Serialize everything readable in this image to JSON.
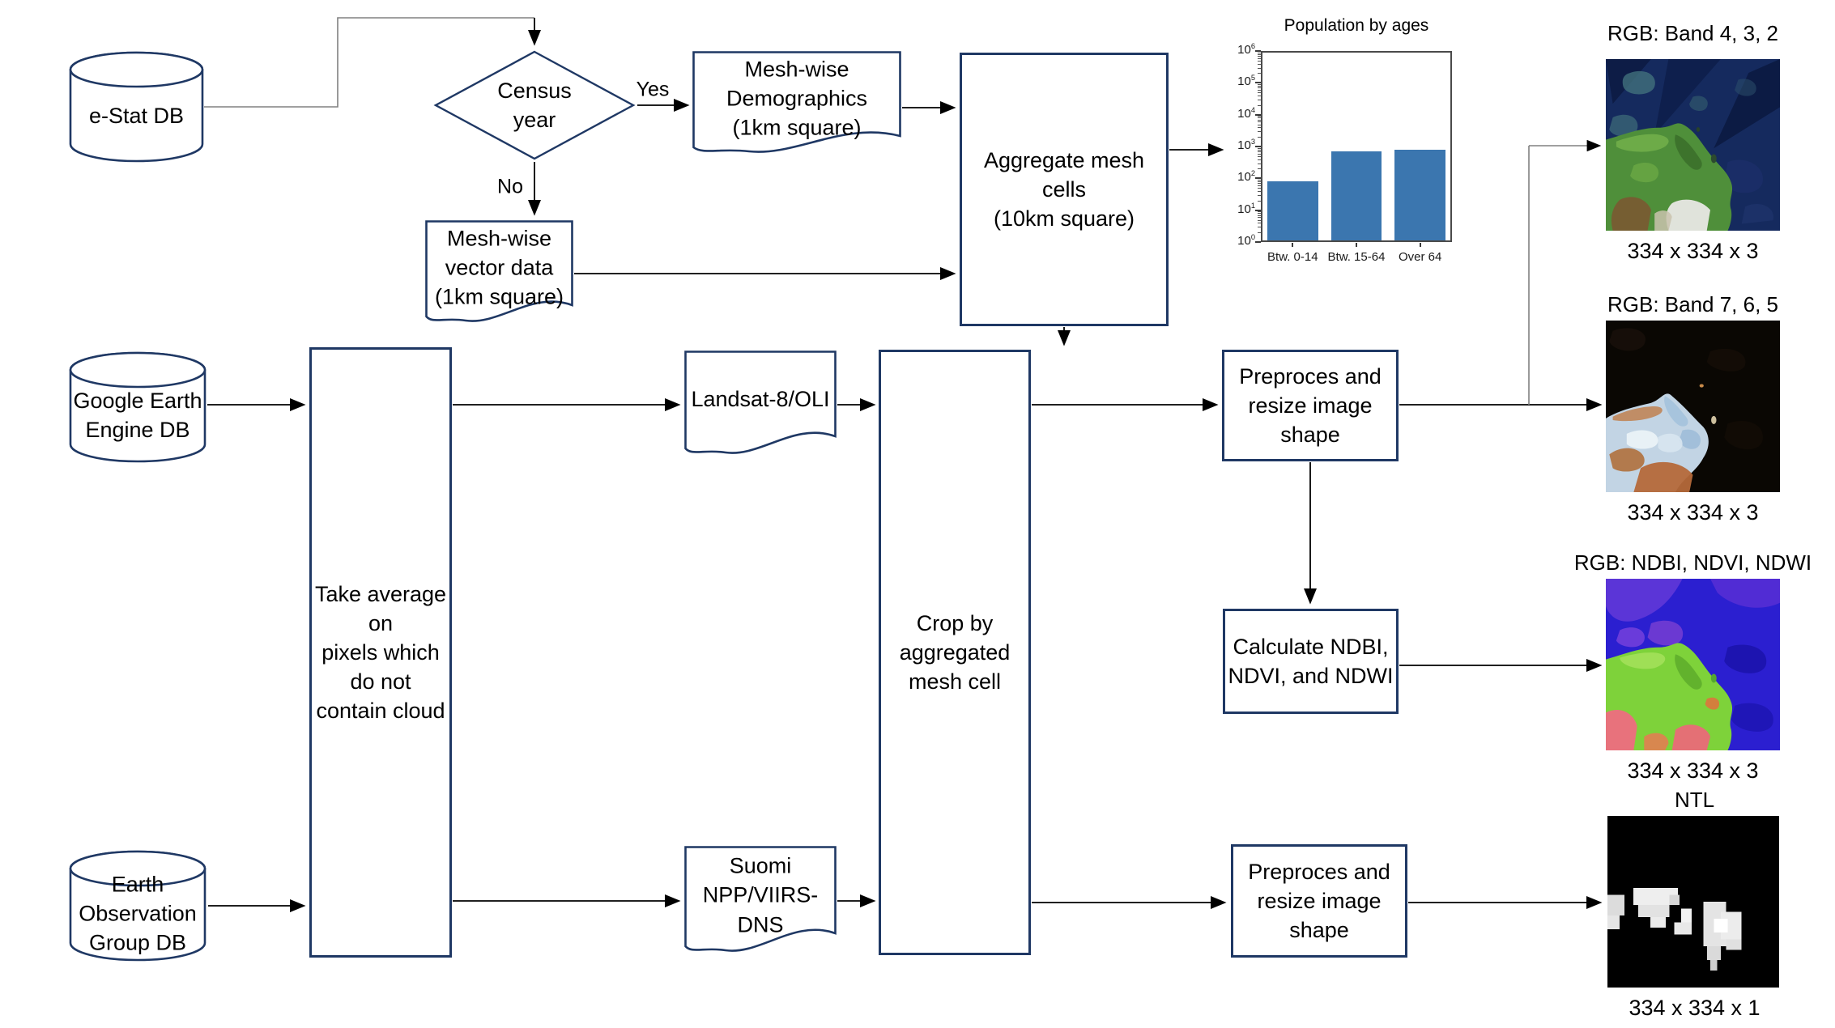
{
  "diagram": {
    "nodes": {
      "estat_db": "e-Stat DB",
      "census_year": "Census\nyear",
      "mesh_demographics": "Mesh-wise\nDemographics\n(1km square)",
      "mesh_vector": "Mesh-wise\nvector data\n(1km square)",
      "aggregate": "Aggregate mesh\ncells\n(10km square)",
      "gee_db": "Google Earth\nEngine DB",
      "take_average": "Take average on\npixels which do not\ncontain cloud",
      "landsat": "Landsat-8/OLI",
      "crop": "Crop by aggregated\nmesh cell",
      "preprocess_top": "Preproces and\nresize image shape",
      "calculate_indices": "Calculate NDBI,\nNDVI, and NDWI",
      "eog_db": "Earth Observation\nGroup DB",
      "suomi": "Suomi NPP/VIIRS-\nDNS",
      "preprocess_bottom": "Preproces and\nresize image shape"
    },
    "edge_labels": {
      "yes": "Yes",
      "no": "No"
    },
    "images": [
      {
        "title": "RGB: Band 4, 3, 2",
        "caption": "334 x 334 x 3"
      },
      {
        "title": "RGB: Band 7, 6, 5",
        "caption": "334 x 334 x 3"
      },
      {
        "title": "RGB: NDBI, NDVI, NDWI",
        "caption": "334 x 334 x 3"
      },
      {
        "title": "NTL",
        "caption": "334 x 334 x 1"
      }
    ],
    "colors": {
      "shape_border": "#1f3864",
      "arrow": "#000000",
      "arrow_gray": "#808080",
      "bar_blue": "#3b76af"
    }
  },
  "chart_data": {
    "type": "bar",
    "title": "Population by ages",
    "categories": [
      "Btw. 0-14",
      "Btw. 15-64",
      "Over 64"
    ],
    "values": [
      80,
      700,
      800
    ],
    "yscale": "log",
    "ylim": [
      1,
      1000000
    ],
    "grid": false,
    "bar_color": "#3b76af",
    "xlabel": "",
    "ylabel": ""
  }
}
